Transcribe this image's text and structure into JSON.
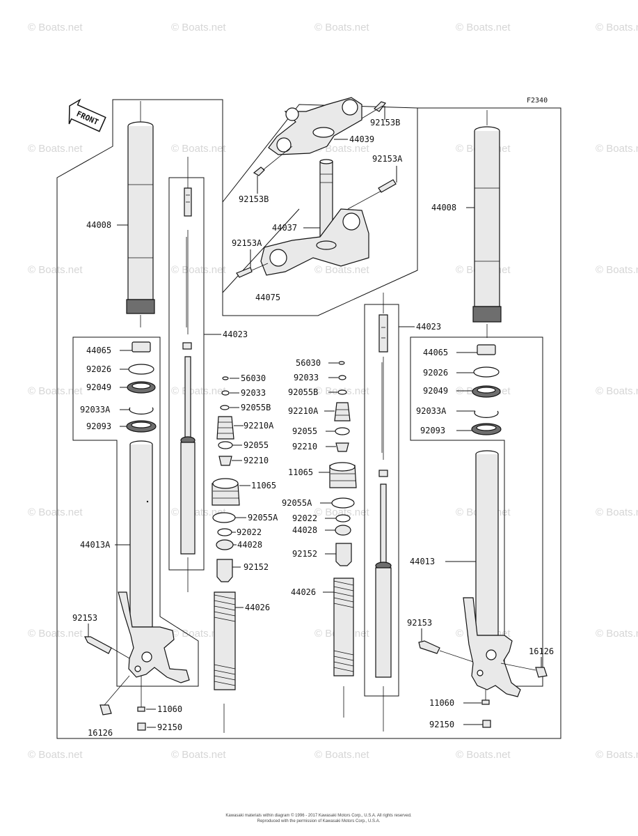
{
  "diagram_code": "F2340",
  "front_label": "FRONT",
  "watermark": "© Boats.net",
  "footer_line1": "Kawasaki materials within diagram © 1996 - 2017 Kawasaki Motors Corp., U.S.A. All rights reserved.",
  "footer_line2": "Reproduced with the permission of Kawasaki Motors Corp., U.S.A.",
  "labels": {
    "l44008_left": "44008",
    "l44065_left": "44065",
    "l92026_left": "92026",
    "l92049_left": "92049",
    "l92033A_left": "92033A",
    "l92093_left": "92093",
    "l44013A": "44013A",
    "l92153_left": "92153",
    "l16126_left": "16126",
    "l11060_left": "11060",
    "l92150_left": "92150",
    "l44023_left": "44023",
    "l56030_left": "56030",
    "l92033_left": "92033",
    "l92055B_left": "92055B",
    "l92210A_left": "92210A",
    "l92055_left": "92055",
    "l92210_left": "92210",
    "l11065_left": "11065",
    "l92055A_left": "92055A",
    "l92022_left": "92022",
    "l44028_left": "44028",
    "l92152_left": "92152",
    "l44026_left": "44026",
    "l92153B_top": "92153B",
    "l44039": "44039",
    "l92153A_top": "92153A",
    "l92153B_mid": "92153B",
    "l44037": "44037",
    "l92153A_mid": "92153A",
    "l44075": "44075",
    "l56030_right": "56030",
    "l92033_right": "92033",
    "l92055B_right": "92055B",
    "l92210A_right": "92210A",
    "l92055_right": "92055",
    "l92210_right": "92210",
    "l11065_right": "11065",
    "l92055A_right": "92055A",
    "l92022_right": "92022",
    "l44028_right": "44028",
    "l92152_right": "92152",
    "l44026_right": "44026",
    "l44023_right": "44023",
    "l44008_right": "44008",
    "l44065_right": "44065",
    "l92026_right": "92026",
    "l92049_right": "92049",
    "l92033A_right": "92033A",
    "l92093_right": "92093",
    "l44013": "44013",
    "l92153_right": "92153",
    "l16126_right": "16126",
    "l11060_right": "11060",
    "l92150_right": "92150"
  }
}
